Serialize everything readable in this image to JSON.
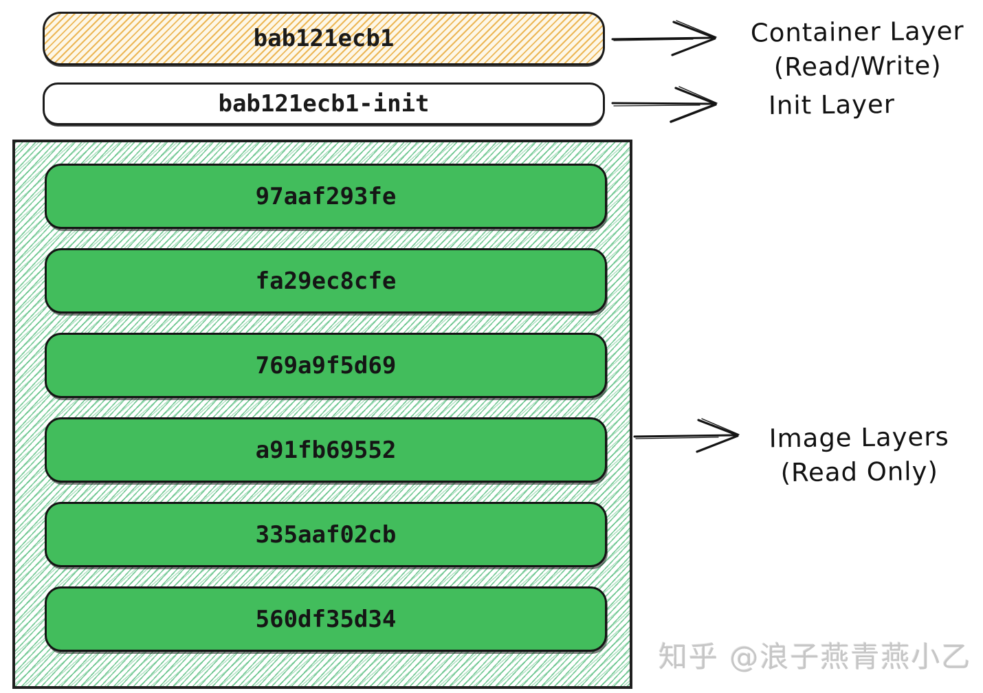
{
  "container_layer": {
    "box_label": "bab121ecb1",
    "annotation_line1": "Container Layer",
    "annotation_line2": "(Read/Write)"
  },
  "init_layer": {
    "box_label": "bab121ecb1-init",
    "annotation": "Init Layer"
  },
  "image_layers": {
    "annotation_line1": "Image Layers",
    "annotation_line2": "(Read Only)",
    "ids": [
      "97aaf293fe",
      "fa29ec8cfe",
      "769a9f5d69",
      "a91fb69552",
      "335aaf02cb",
      "560df35d34"
    ]
  },
  "watermark": "知乎 @浪子燕青燕小乙",
  "colors": {
    "container_hatch_orange": "#ecb654",
    "container_hatch_bg": "#fdf7e7",
    "image_layer_green": "#42bd5c",
    "group_hatch_green": "#49b874",
    "stroke_black": "#1b1b1b",
    "watermark_gray": "#c6c6c6"
  }
}
